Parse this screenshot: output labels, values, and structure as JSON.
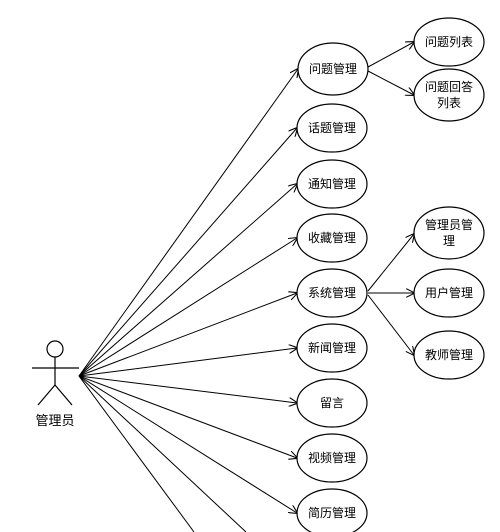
{
  "actor": {
    "label": "管理员"
  },
  "use_cases": {
    "question_mgmt": "问题管理",
    "topic_mgmt": "话题管理",
    "notice_mgmt": "通知管理",
    "favorite_mgmt": "收藏管理",
    "system_mgmt": "系统管理",
    "news_mgmt": "新闻管理",
    "message": "留言",
    "video_mgmt": "视频管理",
    "resume_mgmt": "简历管理"
  },
  "sub_cases": {
    "question_list": "问题列表",
    "answer_list_line1": "问题回答",
    "answer_list_line2": "列表",
    "admin_mgmt_line1": "管理员管",
    "admin_mgmt_line2": "理",
    "user_mgmt": "用户管理",
    "teacher_mgmt": "教师管理"
  }
}
